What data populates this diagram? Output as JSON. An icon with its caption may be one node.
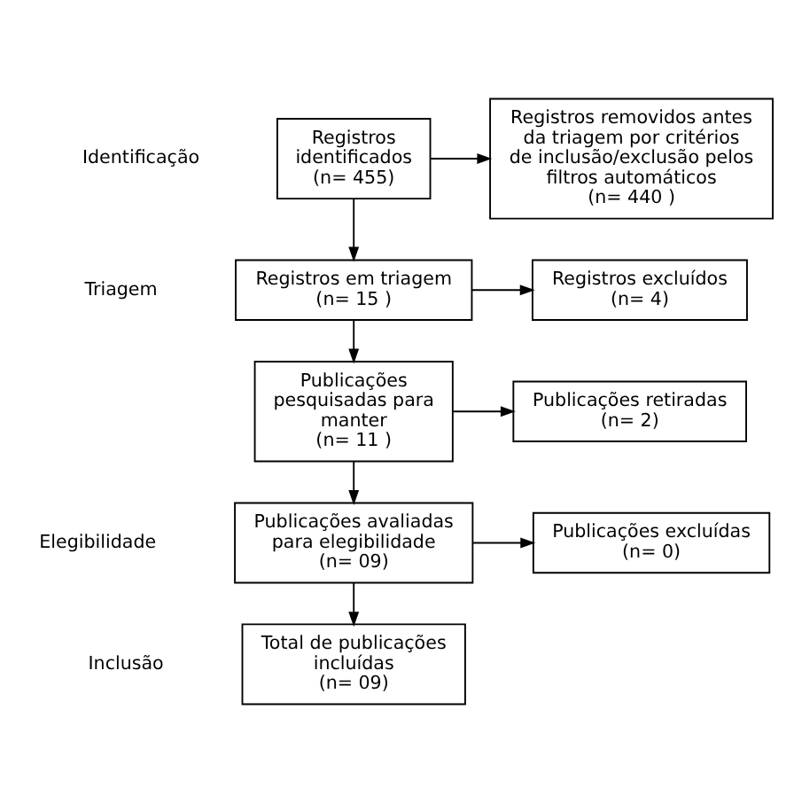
{
  "diagram": {
    "nodes": [
      {
        "text": [
          "Registros identificados",
          "(n= 455)"
        ]
      },
      {
        "text": [
          "Registros removidos antes da triagem por critérios de inclusão/exclusão pelos filtros automáticos",
          "(n= 440 )"
        ]
      },
      {
        "text": [
          "Registros em triagem",
          "(n= 15 )"
        ]
      },
      {
        "text": [
          "Registros excluídos",
          "(n= 4)"
        ]
      },
      {
        "text": [
          "Publicações pesquisadas para manter",
          "(n= 11 )"
        ]
      },
      {
        "text": [
          "Publicações retiradas",
          "(n= 2)"
        ]
      },
      {
        "text": [
          "Publicações avaliadas para elegibilidade",
          "(n= 09)"
        ]
      },
      {
        "text": [
          "Publicações excluídas",
          "(n= 0)"
        ]
      },
      {
        "text": [
          "Total de publicações incluídas",
          "(n= 09)"
        ]
      }
    ],
    "edges": [
      {
        "from": 0,
        "to": 1,
        "arrow": "to"
      },
      {
        "from": 0,
        "to": 2,
        "arrow": "to"
      },
      {
        "from": 2,
        "to": 3,
        "arrow": "to"
      },
      {
        "from": 2,
        "to": 4,
        "arrow": "to"
      },
      {
        "from": 4,
        "to": 5,
        "arrow": "to"
      },
      {
        "from": 4,
        "to": 6,
        "arrow": "to"
      },
      {
        "from": 6,
        "to": 7,
        "arrow": "to"
      },
      {
        "from": 6,
        "to": 8,
        "arrow": "to"
      }
    ],
    "labels": [
      "Identificação",
      "Triagem",
      "Elegibilidade",
      "Inclusão"
    ]
  }
}
